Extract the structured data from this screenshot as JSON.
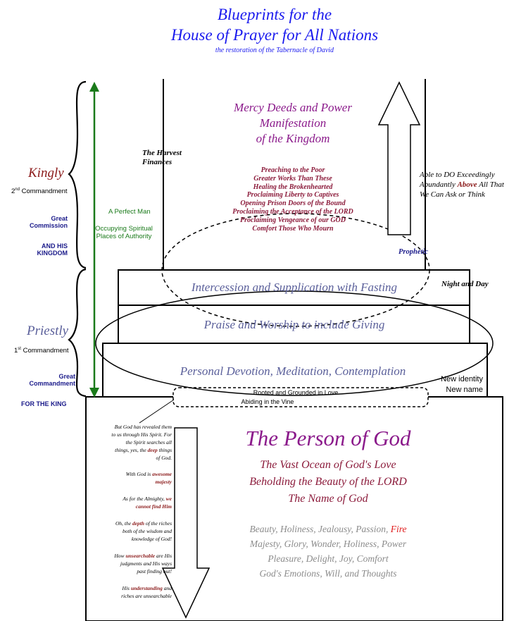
{
  "colors": {
    "title": "#1a1aee",
    "purple": "#8b1a8b",
    "maroon": "#8b1a3a",
    "kingly": "#8b1a1a",
    "slate": "#5a5f9a",
    "green": "#1a7a1a",
    "navy": "#1a1a8a",
    "gray": "#8c8c8c",
    "red": "#e02020"
  },
  "header": {
    "title_line1": "Blueprints for the",
    "title_line2": "House of Prayer for All Nations",
    "subtitle": "the restoration of the Tabernacle of David"
  },
  "left_labels": {
    "kingly": "Kingly",
    "second_commandment_num": "2",
    "second_commandment_sup": "nd",
    "second_commandment_text": " Commandment",
    "great_commission_1": "Great",
    "great_commission_2": "Commission",
    "and_his_1": "AND HIS",
    "and_his_2": "KINGDOM",
    "priestly": "Priestly",
    "first_commandment_num": "1",
    "first_commandment_sup": "st",
    "first_commandment_text": " Commandment",
    "great_commandment_1": "Great",
    "great_commandment_2": "Commandment",
    "for_the_king": "FOR THE KING"
  },
  "green_labels": {
    "perfect_man": "A Perfect Man",
    "occupying_1": "Occupying Spiritual",
    "occupying_2": "Places of Authority"
  },
  "upper": {
    "harvest_1": "The Harvest",
    "harvest_2": "Finances",
    "mercy_1": "Mercy Deeds and Power",
    "mercy_2": "Manifestation",
    "mercy_3": "of the Kingdom",
    "list": [
      "Preaching to the Poor",
      "Greater Works Than These",
      "Healing the Brokenhearted",
      "Proclaiming Liberty to Captives",
      "Opening Prison Doors of the Bound",
      "Proclaiming the Acceptance of the LORD",
      "Proclaiming Vengeance of our GOD",
      "Comfort Those Who Mourn"
    ],
    "able_1": "Able to DO Exceedingly",
    "able_2a": "Abundantly ",
    "able_2b": "Above",
    "able_2c": " All That",
    "able_3": "We Can Ask or Think",
    "prophetic": "Prophetic"
  },
  "levels": {
    "intercession": "Intercession and Supplication with Fasting",
    "night_day": "Night and Day",
    "praise": "Praise and Worship to include Giving",
    "devotion": "Personal Devotion, Meditation, Contemplation",
    "new_identity": "New identity",
    "new_name": "New name",
    "rooted": "Rooted and Grounded in Love",
    "abiding": "Abiding in the Vine"
  },
  "person": {
    "title": "The Person of God",
    "sub_1": "The Vast Ocean of God's Love",
    "sub_2": "Beholding the Beauty of the LORD",
    "sub_3": "The Name of God",
    "attr_1a": "Beauty, Holiness, Jealousy, Passion, ",
    "attr_1b": "Fire",
    "attr_2": "Majesty, Glory, Wonder, Holiness, Power",
    "attr_3": "Pleasure, Delight, Joy, Comfort",
    "attr_4": "God's Emotions, Will, and Thoughts"
  },
  "scripture": {
    "s1_1": "But God has revealed them",
    "s1_2": "to us through His Spirit. For",
    "s1_3": "the Spirit searches all",
    "s1_4a": "things, yes, the ",
    "s1_4b": "deep",
    "s1_4c": " things",
    "s1_5": "of God.",
    "s2_1a": "With God is ",
    "s2_1b": "awesome",
    "s2_2": "majesty",
    "s3_1a": "As for the Almighty, ",
    "s3_1b": "we",
    "s3_2": "cannot find Him",
    "s4_1a": "Oh, the ",
    "s4_1b": "depth",
    "s4_1c": " of the riches",
    "s4_2": "both of the wisdom and",
    "s4_3": "knowledge of God!",
    "s5_1a": "How ",
    "s5_1b": "unsearchable",
    "s5_1c": " are His",
    "s5_2": "judgments and His ways",
    "s5_3": "past finding out!",
    "s6_1a": "His ",
    "s6_1b": "understanding",
    "s6_1c": " and",
    "s6_2": "riches are unsearchable"
  }
}
